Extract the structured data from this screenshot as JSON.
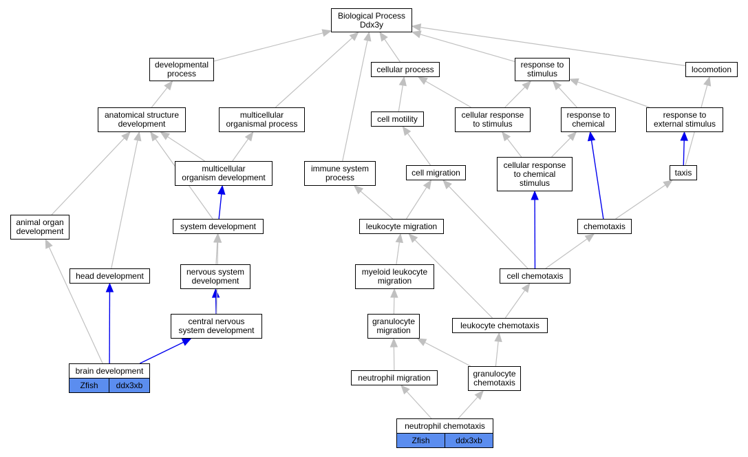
{
  "colors": {
    "edge_gray": "#c0c0c0",
    "edge_blue": "#0000ee",
    "tag_fill": "#5b8def"
  },
  "nodes": {
    "root": "Biological Process\nDdx3y",
    "developmental_process": "developmental\nprocess",
    "cellular_process": "cellular process",
    "response_to_stimulus": "response to\nstimulus",
    "locomotion": "locomotion",
    "anatomical_structure_development": "anatomical structure\ndevelopment",
    "multicellular_organismal_process": "multicellular\norganismal process",
    "cell_motility": "cell motility",
    "cellular_response_to_stimulus": "cellular response\nto stimulus",
    "response_to_chemical": "response to\nchemical",
    "response_to_external_stimulus": "response to\nexternal stimulus",
    "multicellular_organism_development": "multicellular\norganism development",
    "immune_system_process": "immune system\nprocess",
    "cell_migration": "cell migration",
    "cellular_response_to_chemical_stimulus": "cellular response\nto chemical\nstimulus",
    "taxis": "taxis",
    "animal_organ_development": "animal organ\ndevelopment",
    "system_development": "system development",
    "leukocyte_migration": "leukocyte migration",
    "chemotaxis": "chemotaxis",
    "head_development": "head development",
    "nervous_system_development": "nervous system\ndevelopment",
    "myeloid_leukocyte_migration": "myeloid leukocyte\nmigration",
    "cell_chemotaxis": "cell chemotaxis",
    "central_nervous_system_development": "central nervous\nsystem development",
    "granulocyte_migration": "granulocyte\nmigration",
    "leukocyte_chemotaxis": "leukocyte chemotaxis",
    "brain_development": "brain development",
    "neutrophil_migration": "neutrophil migration",
    "granulocyte_chemotaxis": "granulocyte\nchemotaxis",
    "neutrophil_chemotaxis": "neutrophil chemotaxis"
  },
  "annotations": {
    "brain_development": [
      "Zfish",
      "ddx3xb"
    ],
    "neutrophil_chemotaxis": [
      "Zfish",
      "ddx3xb"
    ]
  },
  "edges": [
    [
      "developmental_process",
      "root",
      "gray"
    ],
    [
      "cellular_process",
      "root",
      "gray"
    ],
    [
      "response_to_stimulus",
      "root",
      "gray"
    ],
    [
      "locomotion",
      "root",
      "gray"
    ],
    [
      "multicellular_organismal_process",
      "root",
      "gray"
    ],
    [
      "immune_system_process",
      "root",
      "gray"
    ],
    [
      "anatomical_structure_development",
      "developmental_process",
      "gray"
    ],
    [
      "cell_motility",
      "cellular_process",
      "gray"
    ],
    [
      "cellular_response_to_stimulus",
      "cellular_process",
      "gray"
    ],
    [
      "cellular_response_to_stimulus",
      "response_to_stimulus",
      "gray"
    ],
    [
      "response_to_chemical",
      "response_to_stimulus",
      "gray"
    ],
    [
      "response_to_external_stimulus",
      "response_to_stimulus",
      "gray"
    ],
    [
      "multicellular_organism_development",
      "anatomical_structure_development",
      "gray"
    ],
    [
      "multicellular_organism_development",
      "multicellular_organismal_process",
      "gray"
    ],
    [
      "cell_migration",
      "cell_motility",
      "gray"
    ],
    [
      "cellular_response_to_chemical_stimulus",
      "cellular_response_to_stimulus",
      "gray"
    ],
    [
      "cellular_response_to_chemical_stimulus",
      "response_to_chemical",
      "gray"
    ],
    [
      "taxis",
      "response_to_external_stimulus",
      "blue"
    ],
    [
      "taxis",
      "locomotion",
      "gray"
    ],
    [
      "animal_organ_development",
      "anatomical_structure_development",
      "gray"
    ],
    [
      "system_development",
      "multicellular_organism_development",
      "blue"
    ],
    [
      "system_development",
      "anatomical_structure_development",
      "gray"
    ],
    [
      "leukocyte_migration",
      "immune_system_process",
      "gray"
    ],
    [
      "leukocyte_migration",
      "cell_migration",
      "gray"
    ],
    [
      "chemotaxis",
      "response_to_chemical",
      "blue"
    ],
    [
      "chemotaxis",
      "taxis",
      "gray"
    ],
    [
      "head_development",
      "anatomical_structure_development",
      "gray"
    ],
    [
      "nervous_system_development",
      "system_development",
      "gray"
    ],
    [
      "myeloid_leukocyte_migration",
      "leukocyte_migration",
      "gray"
    ],
    [
      "cell_chemotaxis",
      "cell_migration",
      "gray"
    ],
    [
      "cell_chemotaxis",
      "cellular_response_to_chemical_stimulus",
      "blue"
    ],
    [
      "cell_chemotaxis",
      "chemotaxis",
      "gray"
    ],
    [
      "central_nervous_system_development",
      "nervous_system_development",
      "blue"
    ],
    [
      "central_nervous_system_development",
      "system_development",
      "gray"
    ],
    [
      "granulocyte_migration",
      "myeloid_leukocyte_migration",
      "gray"
    ],
    [
      "leukocyte_chemotaxis",
      "leukocyte_migration",
      "gray"
    ],
    [
      "leukocyte_chemotaxis",
      "cell_chemotaxis",
      "gray"
    ],
    [
      "brain_development",
      "head_development",
      "blue"
    ],
    [
      "brain_development",
      "central_nervous_system_development",
      "blue"
    ],
    [
      "brain_development",
      "animal_organ_development",
      "gray"
    ],
    [
      "neutrophil_migration",
      "granulocyte_migration",
      "gray"
    ],
    [
      "granulocyte_chemotaxis",
      "granulocyte_migration",
      "gray"
    ],
    [
      "granulocyte_chemotaxis",
      "leukocyte_chemotaxis",
      "gray"
    ],
    [
      "neutrophil_chemotaxis",
      "neutrophil_migration",
      "gray"
    ],
    [
      "neutrophil_chemotaxis",
      "granulocyte_chemotaxis",
      "gray"
    ]
  ]
}
